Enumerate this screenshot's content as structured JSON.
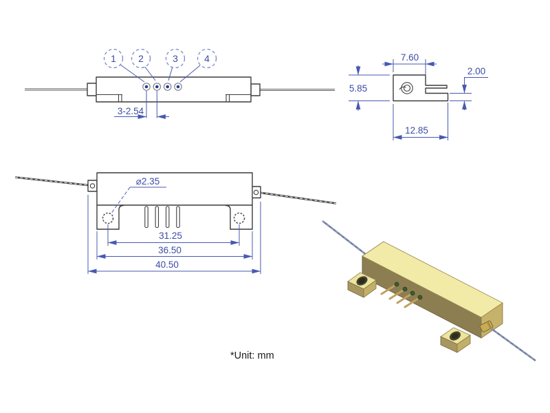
{
  "drawing": {
    "unit_note": "*Unit: mm",
    "colors": {
      "dimension_blue": "#3a4ca6",
      "line_dark": "#3c3c3c",
      "pin_marker_blue": "#1d3f97",
      "iso_body_top": "#f2eba7",
      "iso_body_front": "#8d7e52",
      "iso_body_end": "#c6b26b",
      "iso_pin_gold": "#c0a05e",
      "iso_fiber": "#6f7b9d"
    },
    "views": {
      "top": {
        "balloons": [
          "1",
          "2",
          "3",
          "4"
        ],
        "dims": {
          "pin_pitch": "3-2.54"
        }
      },
      "side": {
        "dims": {
          "top_width": "7.60",
          "base_thickness": "2.00",
          "height": "5.85",
          "base_width": "12.85"
        }
      },
      "front": {
        "dims": {
          "hole_diameter": "⌀2.35",
          "hole_pitch": "31.25",
          "body_width": "36.50",
          "overall_width": "40.50"
        }
      }
    }
  }
}
